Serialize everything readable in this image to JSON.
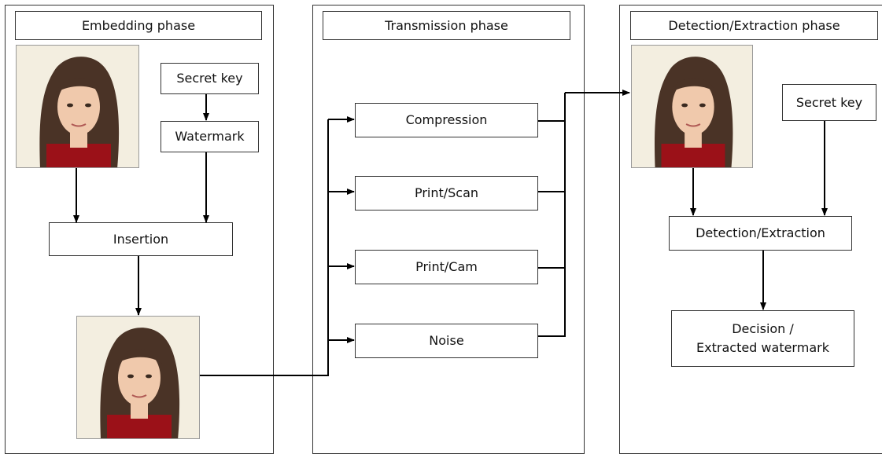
{
  "phases": {
    "embedding": "Embedding phase",
    "transmission": "Transmission phase",
    "detection": "Detection/Extraction phase"
  },
  "embedding": {
    "secret_key": "Secret key",
    "watermark": "Watermark",
    "insertion": "Insertion"
  },
  "transmission": {
    "compression": "Compression",
    "print_scan": "Print/Scan",
    "print_cam": "Print/Cam",
    "noise": "Noise"
  },
  "detection": {
    "secret_key": "Secret key",
    "detection_extraction": "Detection/Extraction",
    "decision_line1": "Decision /",
    "decision_line2": "Extracted watermark"
  },
  "colors": {
    "background": "#ffffff",
    "stroke": "#000000",
    "photo_background": "#f3eee0",
    "hair": "#4a3326",
    "skin": "#f0c9ac",
    "sweater": "#9b1118"
  },
  "icons": {
    "portrait": "face-photo"
  }
}
